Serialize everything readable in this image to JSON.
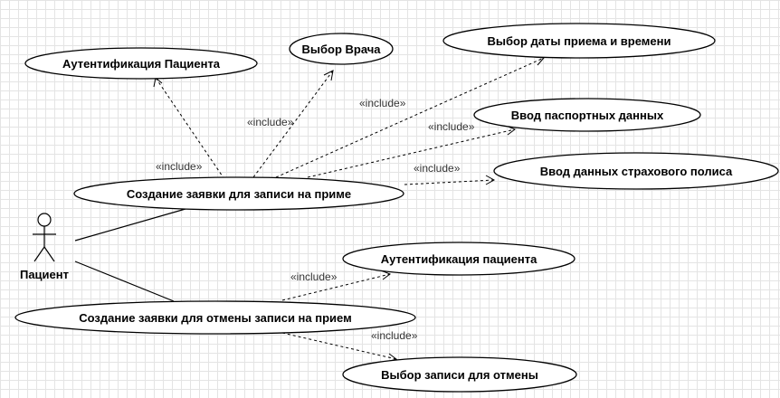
{
  "actor": {
    "name": "Пациент"
  },
  "use_cases": {
    "auth_patient_main": "Аутентификация Пациента",
    "choose_doctor": "Выбор Врача",
    "choose_date_time": "Выбор даты приема и времени",
    "passport_data": "Ввод паспортных данных",
    "insurance_data": "Ввод данных страхового полиса",
    "create_appointment": "Создание заявки для записи на приме",
    "auth_patient_cancel": "Аутентификация пациента",
    "create_cancel": "Создание заявки для отмены записи на прием",
    "choose_record_cancel": "Выбор записи для отмены"
  },
  "relations": {
    "include_label": "«include»"
  }
}
